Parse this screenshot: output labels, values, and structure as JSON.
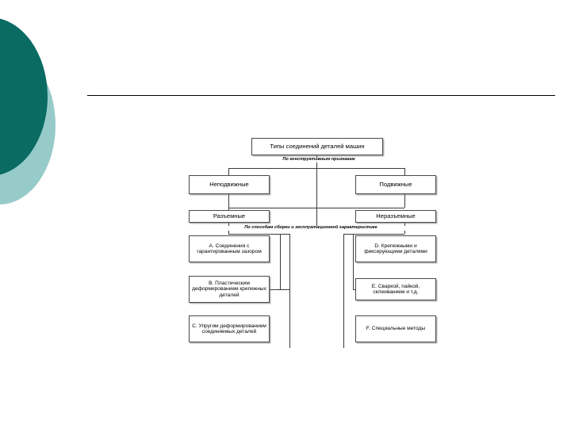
{
  "slide": {
    "background_color": "#ffffff",
    "decor": {
      "dark_ellipse_color": "#0a6b63",
      "light_ellipse_color": "#96cbc9",
      "rule_color": "#000000"
    }
  },
  "diagram": {
    "root": {
      "id": "root",
      "label": "Типы соединений деталей машин"
    },
    "captions": [
      {
        "id": "caption-1",
        "label": "По конструктивным признакам"
      },
      {
        "id": "caption-2",
        "label": "По способам сборки и эксплуатационной характеристике"
      }
    ],
    "level2": [
      {
        "id": "nepodvizhnye",
        "label": "Неподвижные"
      },
      {
        "id": "podvizhnye",
        "label": "Подвижные"
      }
    ],
    "level3": [
      {
        "id": "razyemnye",
        "label": "Разъемные"
      },
      {
        "id": "nerazyemnye",
        "label": "Неразъемные"
      }
    ],
    "leaves_left": [
      {
        "id": "leaf-a",
        "label": "А. Соединения с гарантированным зазором"
      },
      {
        "id": "leaf-b",
        "label": "В. Пластическим деформированием крепежных деталей"
      },
      {
        "id": "leaf-c",
        "label": "С. Упругим деформированием соединяемых деталей"
      }
    ],
    "leaves_right": [
      {
        "id": "leaf-d",
        "label": "D. Крепежными и фиксирующими деталями"
      },
      {
        "id": "leaf-e",
        "label": "Е. Сваркой, пайкой, склеиванием и т.д."
      },
      {
        "id": "leaf-f",
        "label": "F. Специальные методы"
      }
    ]
  }
}
